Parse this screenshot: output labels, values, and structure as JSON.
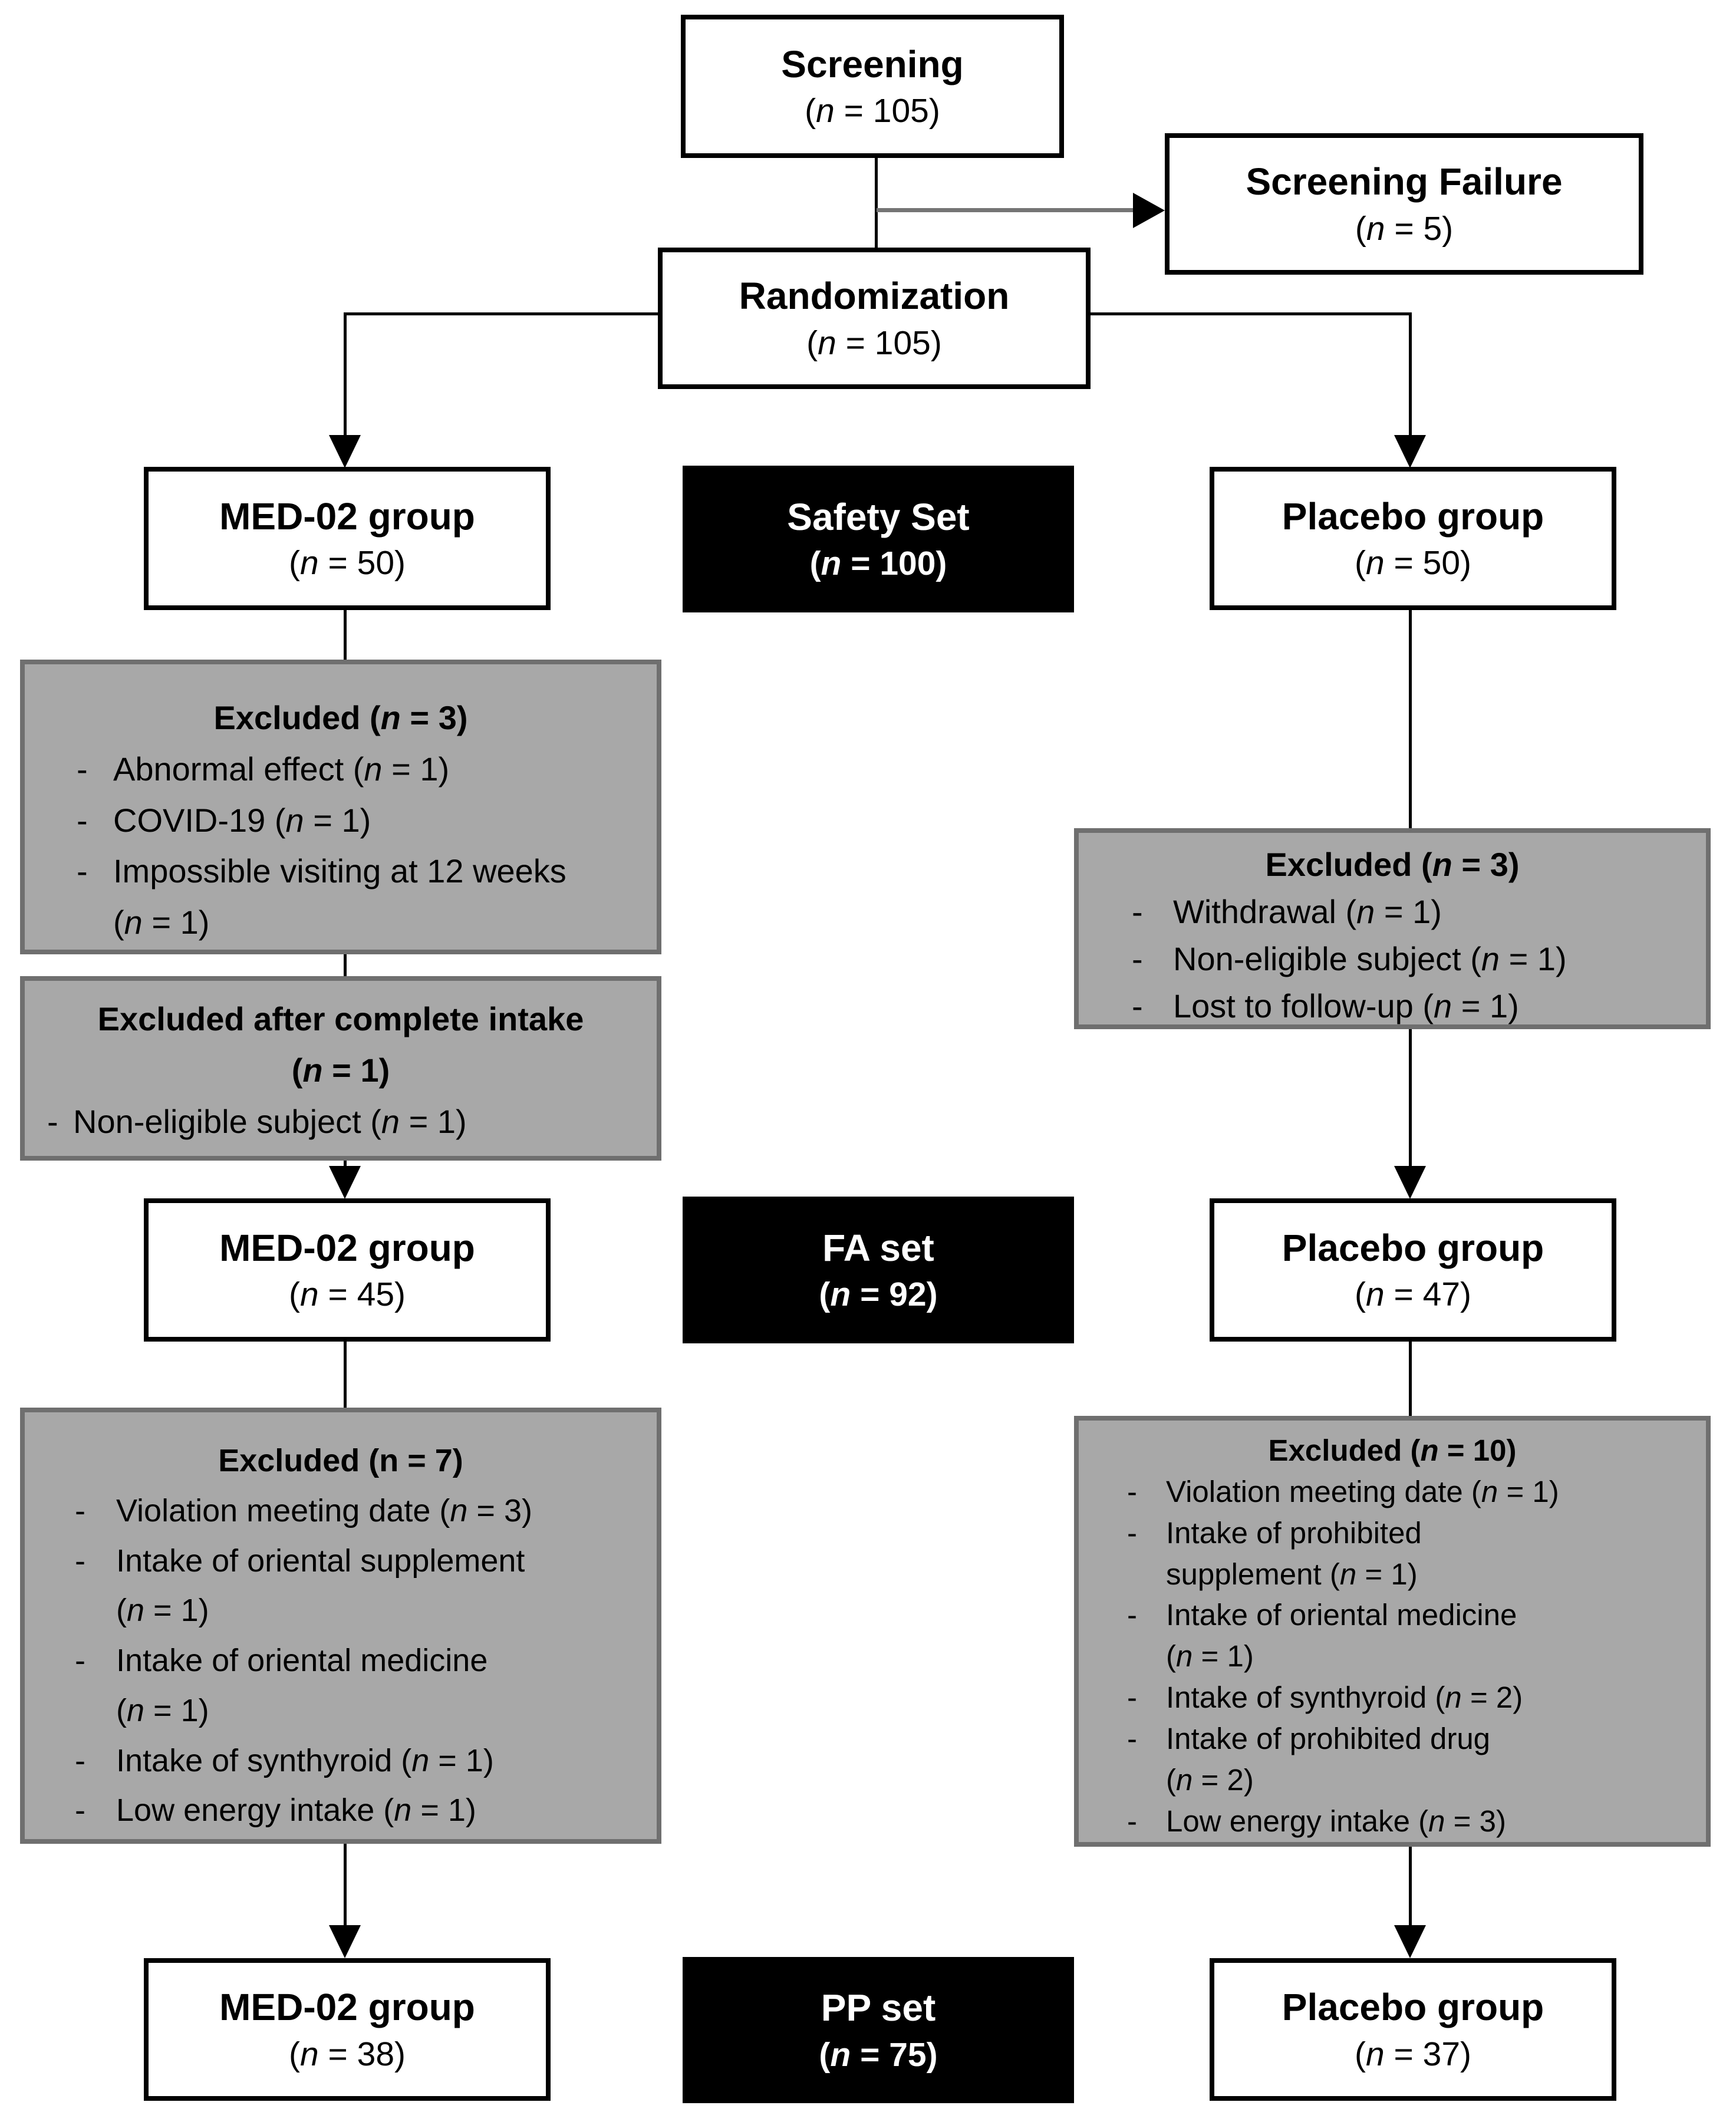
{
  "bullet": "-",
  "colors": {
    "background": "#ffffff",
    "box_border": "#000000",
    "black_box_bg": "#000000",
    "black_box_text": "#ffffff",
    "gray_box_bg": "#a8a8a8",
    "gray_box_border": "#6f6f6f",
    "connector": "#000000",
    "failure_arrow_shaft": "#757575"
  },
  "boxes": {
    "screening": {
      "title": "Screening",
      "n_line": "(n = 105)"
    },
    "screening_failure": {
      "title": "Screening Failure",
      "n_line": "(n = 5)"
    },
    "randomization": {
      "title": "Randomization",
      "n_line": "(n = 105)"
    },
    "med02_safety": {
      "title": "MED-02 group",
      "n_line": "(n = 50)"
    },
    "safety_set": {
      "title": "Safety Set",
      "n_line": "(n = 100)"
    },
    "placebo_safety": {
      "title": "Placebo group",
      "n_line": "(n = 50)"
    },
    "excluded_med02_safety": {
      "title": "Excluded (n = 3)",
      "items": [
        "Abnormal effect (n = 1)",
        "COVID-19 (n = 1)",
        "Impossible visiting at 12 weeks\n(n = 1)"
      ]
    },
    "excluded_after_intake": {
      "title_line1": "Excluded after complete intake",
      "title_line2": "(n = 1)",
      "items": [
        "Non-eligible subject (n = 1)"
      ]
    },
    "excluded_placebo_safety": {
      "title": "Excluded (n = 3)",
      "items": [
        "Withdrawal (n = 1)",
        "Non-eligible subject (n = 1)",
        "Lost to follow-up (n = 1)"
      ]
    },
    "med02_fa": {
      "title": "MED-02 group",
      "n_line": "(n = 45)"
    },
    "fa_set": {
      "title": "FA set",
      "n_line": "(n = 92)"
    },
    "placebo_fa": {
      "title": "Placebo group",
      "n_line": "(n = 47)"
    },
    "excluded_med02_fa": {
      "title": "Excluded (n = 7)",
      "items": [
        "Violation meeting date (n = 3)",
        "Intake of oriental supplement\n(n = 1)",
        "Intake of oriental medicine\n(n = 1)",
        "Intake of synthyroid (n = 1)",
        "Low energy intake (n = 1)"
      ]
    },
    "excluded_placebo_fa": {
      "title": "Excluded (n = 10)",
      "items": [
        "Violation meeting date (n = 1)",
        "Intake of prohibited\nsupplement (n = 1)",
        "Intake of oriental medicine\n(n = 1)",
        "Intake of synthyroid (n = 2)",
        "Intake of prohibited drug\n(n = 2)",
        "Low energy intake (n = 3)"
      ]
    },
    "med02_pp": {
      "title": "MED-02 group",
      "n_line": "(n = 38)"
    },
    "pp_set": {
      "title": "PP set",
      "n_line": "(n = 75)"
    },
    "placebo_pp": {
      "title": "Placebo group",
      "n_line": "(n = 37)"
    }
  }
}
